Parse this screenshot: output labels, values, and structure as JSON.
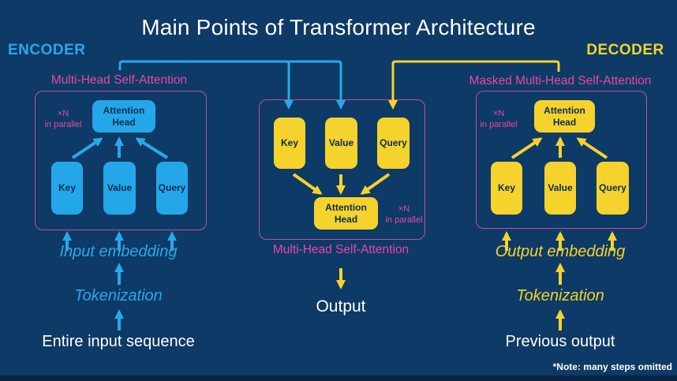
{
  "title": "Main Points of Transformer Architecture",
  "footnote": "*Note: many steps omitted",
  "colors": {
    "background": "#0d3a66",
    "encoder_blue": "#29a8e8",
    "decoder_yellow": "#f5d32c",
    "magenta_text": "#e8479e",
    "magenta_border": "#bf4fa0",
    "node_text_dark": "#0b2d52",
    "white": "#ffffff"
  },
  "encoder": {
    "section_label": "ENCODER",
    "block_label": "Multi-Head Self-Attention",
    "parallel_note_line1": "×N",
    "parallel_note_line2": "in parallel",
    "attention_head": "Attention Head",
    "key": "Key",
    "value": "Value",
    "query": "Query",
    "embedding_label": "Input embedding",
    "tokenization_label": "Tokenization",
    "source_label": "Entire input sequence"
  },
  "center": {
    "block_label": "Multi-Head Self-Attention",
    "parallel_note_line1": "×N",
    "parallel_note_line2": "in parallel",
    "attention_head": "Attention Head",
    "key": "Key",
    "value": "Value",
    "query": "Query",
    "output_label": "Output"
  },
  "decoder": {
    "section_label": "DECODER",
    "block_label": "Masked Multi-Head Self-Attention",
    "parallel_note_line1": "×N",
    "parallel_note_line2": "in parallel",
    "attention_head": "Attention Head",
    "key": "Key",
    "value": "Value",
    "query": "Query",
    "embedding_label": "Output embedding",
    "tokenization_label": "Tokenization",
    "source_label": "Previous output"
  }
}
